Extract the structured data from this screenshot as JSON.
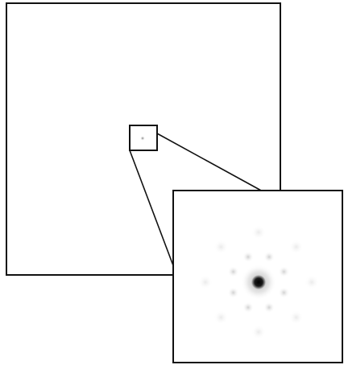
{
  "figure": {
    "colors": {
      "background": "#ffffff",
      "frame_stroke": "#111111",
      "zoom_stroke": "#111111",
      "spot_core": "#0a0a0a",
      "halo": "#cfcfcf",
      "faint_spot": "#e6e6e6",
      "inset_background": "#ffffff"
    },
    "main_view": {
      "role": "full-field view"
    },
    "zoom_region": {
      "role": "magnified region of interest"
    },
    "inset_view": {
      "role": "magnified inset",
      "center_spot": {
        "intensity": 1.0
      },
      "ring_spots": {
        "count": 8,
        "intensity": 0.35
      },
      "outer_spots": {
        "count": 8,
        "intensity": 0.15
      }
    }
  }
}
